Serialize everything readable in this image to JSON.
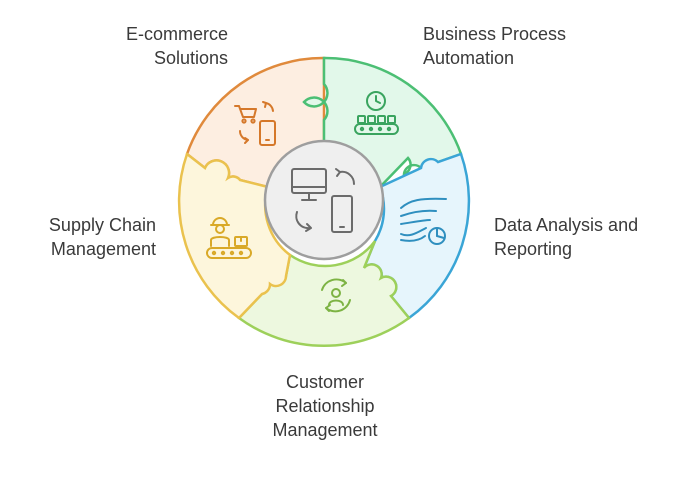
{
  "colors": {
    "ecommerce": {
      "fill": "#fdeee1",
      "stroke": "#e08a3c"
    },
    "automation": {
      "fill": "#e2f8ea",
      "stroke": "#4cbf74"
    },
    "data": {
      "fill": "#e6f5fc",
      "stroke": "#3aa5d6"
    },
    "crm": {
      "fill": "#edf8df",
      "stroke": "#9dd05a"
    },
    "supply": {
      "fill": "#fdf6dc",
      "stroke": "#eac24e"
    },
    "center": {
      "fill": "#efefef",
      "stroke": "#9e9e9e"
    }
  },
  "segments": [
    {
      "id": "ecommerce",
      "label_lines": [
        "E-commerce",
        "Solutions"
      ],
      "icon": "cart-phone-exchange-icon"
    },
    {
      "id": "automation",
      "label_lines": [
        "Business Process",
        "Automation"
      ],
      "icon": "clock-conveyor-icon"
    },
    {
      "id": "data",
      "label_lines": [
        "Data Analysis and",
        "Reporting"
      ],
      "icon": "data-flow-pie-icon"
    },
    {
      "id": "crm",
      "label_lines": [
        "Customer",
        "Relationship",
        "Management"
      ],
      "icon": "user-cycle-icon"
    },
    {
      "id": "supply",
      "label_lines": [
        "Supply Chain",
        "Management"
      ],
      "icon": "worker-conveyor-icon"
    }
  ],
  "center": {
    "icon": "monitor-phone-sync-icon"
  }
}
